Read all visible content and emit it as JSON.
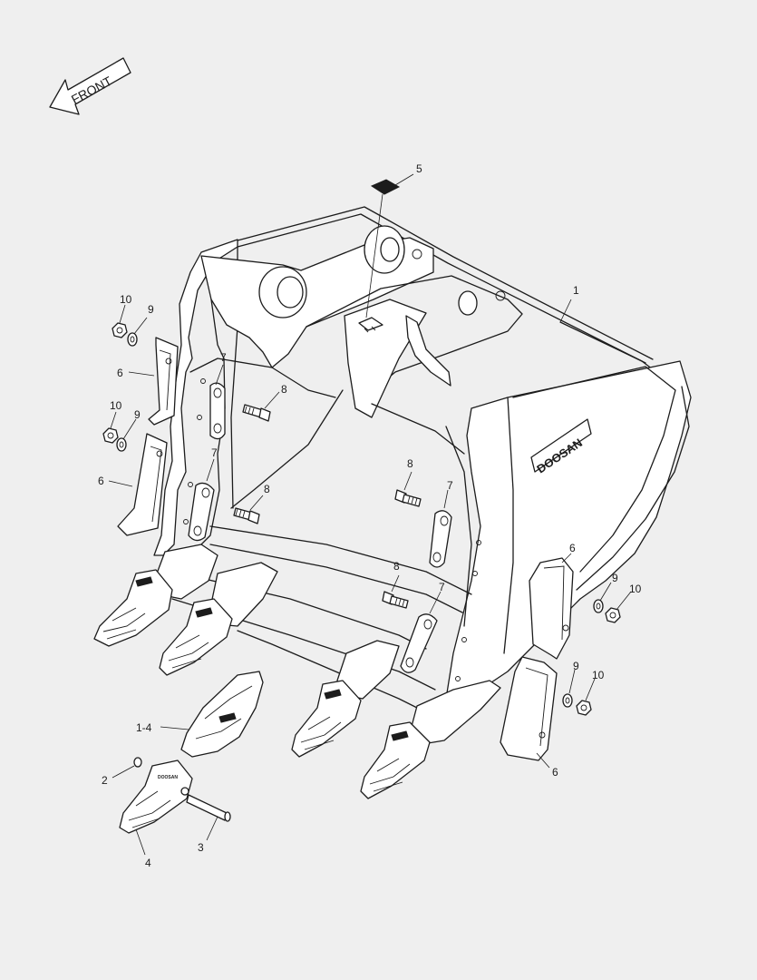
{
  "front_arrow": {
    "label": "FRONT"
  },
  "brand": {
    "logo_text": "DOOSAN"
  },
  "callouts": [
    {
      "id": "c1",
      "text": "1"
    },
    {
      "id": "c5",
      "text": "5"
    },
    {
      "id": "c10a",
      "text": "10"
    },
    {
      "id": "c9a",
      "text": "9"
    },
    {
      "id": "c6a",
      "text": "6"
    },
    {
      "id": "c7a",
      "text": "7"
    },
    {
      "id": "c8a",
      "text": "8"
    },
    {
      "id": "c10b",
      "text": "10"
    },
    {
      "id": "c9b",
      "text": "9"
    },
    {
      "id": "c6b",
      "text": "6"
    },
    {
      "id": "c7b",
      "text": "7"
    },
    {
      "id": "c8b",
      "text": "8"
    },
    {
      "id": "c8c",
      "text": "8"
    },
    {
      "id": "c7c",
      "text": "7"
    },
    {
      "id": "c6c",
      "text": "6"
    },
    {
      "id": "c9c",
      "text": "9"
    },
    {
      "id": "c10c",
      "text": "10"
    },
    {
      "id": "c8d",
      "text": "8"
    },
    {
      "id": "c7d",
      "text": "7"
    },
    {
      "id": "c9d",
      "text": "9"
    },
    {
      "id": "c10d",
      "text": "10"
    },
    {
      "id": "c6d",
      "text": "6"
    },
    {
      "id": "c14",
      "text": "1-4"
    },
    {
      "id": "c2",
      "text": "2"
    },
    {
      "id": "c3",
      "text": "3"
    },
    {
      "id": "c4",
      "text": "4"
    }
  ]
}
